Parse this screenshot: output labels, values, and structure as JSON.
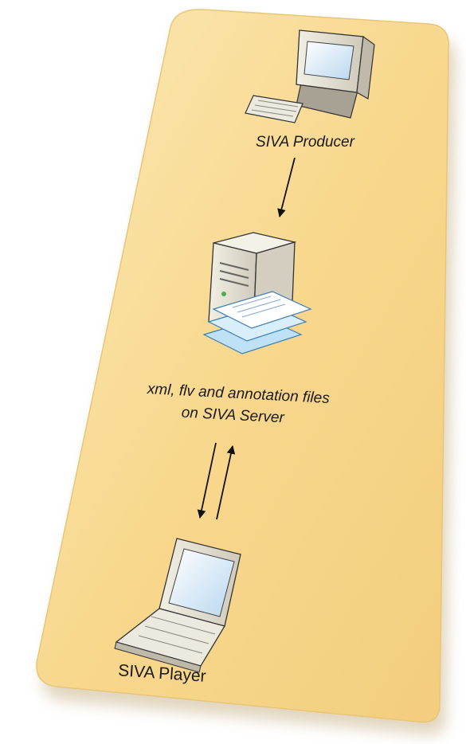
{
  "nodes": {
    "producer": {
      "label": "SIVA Producer",
      "icon": "desktop-computer-icon"
    },
    "server": {
      "label_line1": "xml, flv and annotation files",
      "label_line2": "on SIVA Server",
      "icon": "server-with-files-icon"
    },
    "player": {
      "label": "SIVA Player",
      "icon": "laptop-icon"
    }
  },
  "edges": [
    {
      "from": "producer",
      "to": "server",
      "direction": "one-way"
    },
    {
      "from": "server",
      "to": "player",
      "direction": "download"
    },
    {
      "from": "player",
      "to": "server",
      "direction": "upload"
    }
  ],
  "colors": {
    "panel_fill": "#f8d88e",
    "panel_light": "#fbe8b4",
    "panel_edge": "#e8c679"
  }
}
